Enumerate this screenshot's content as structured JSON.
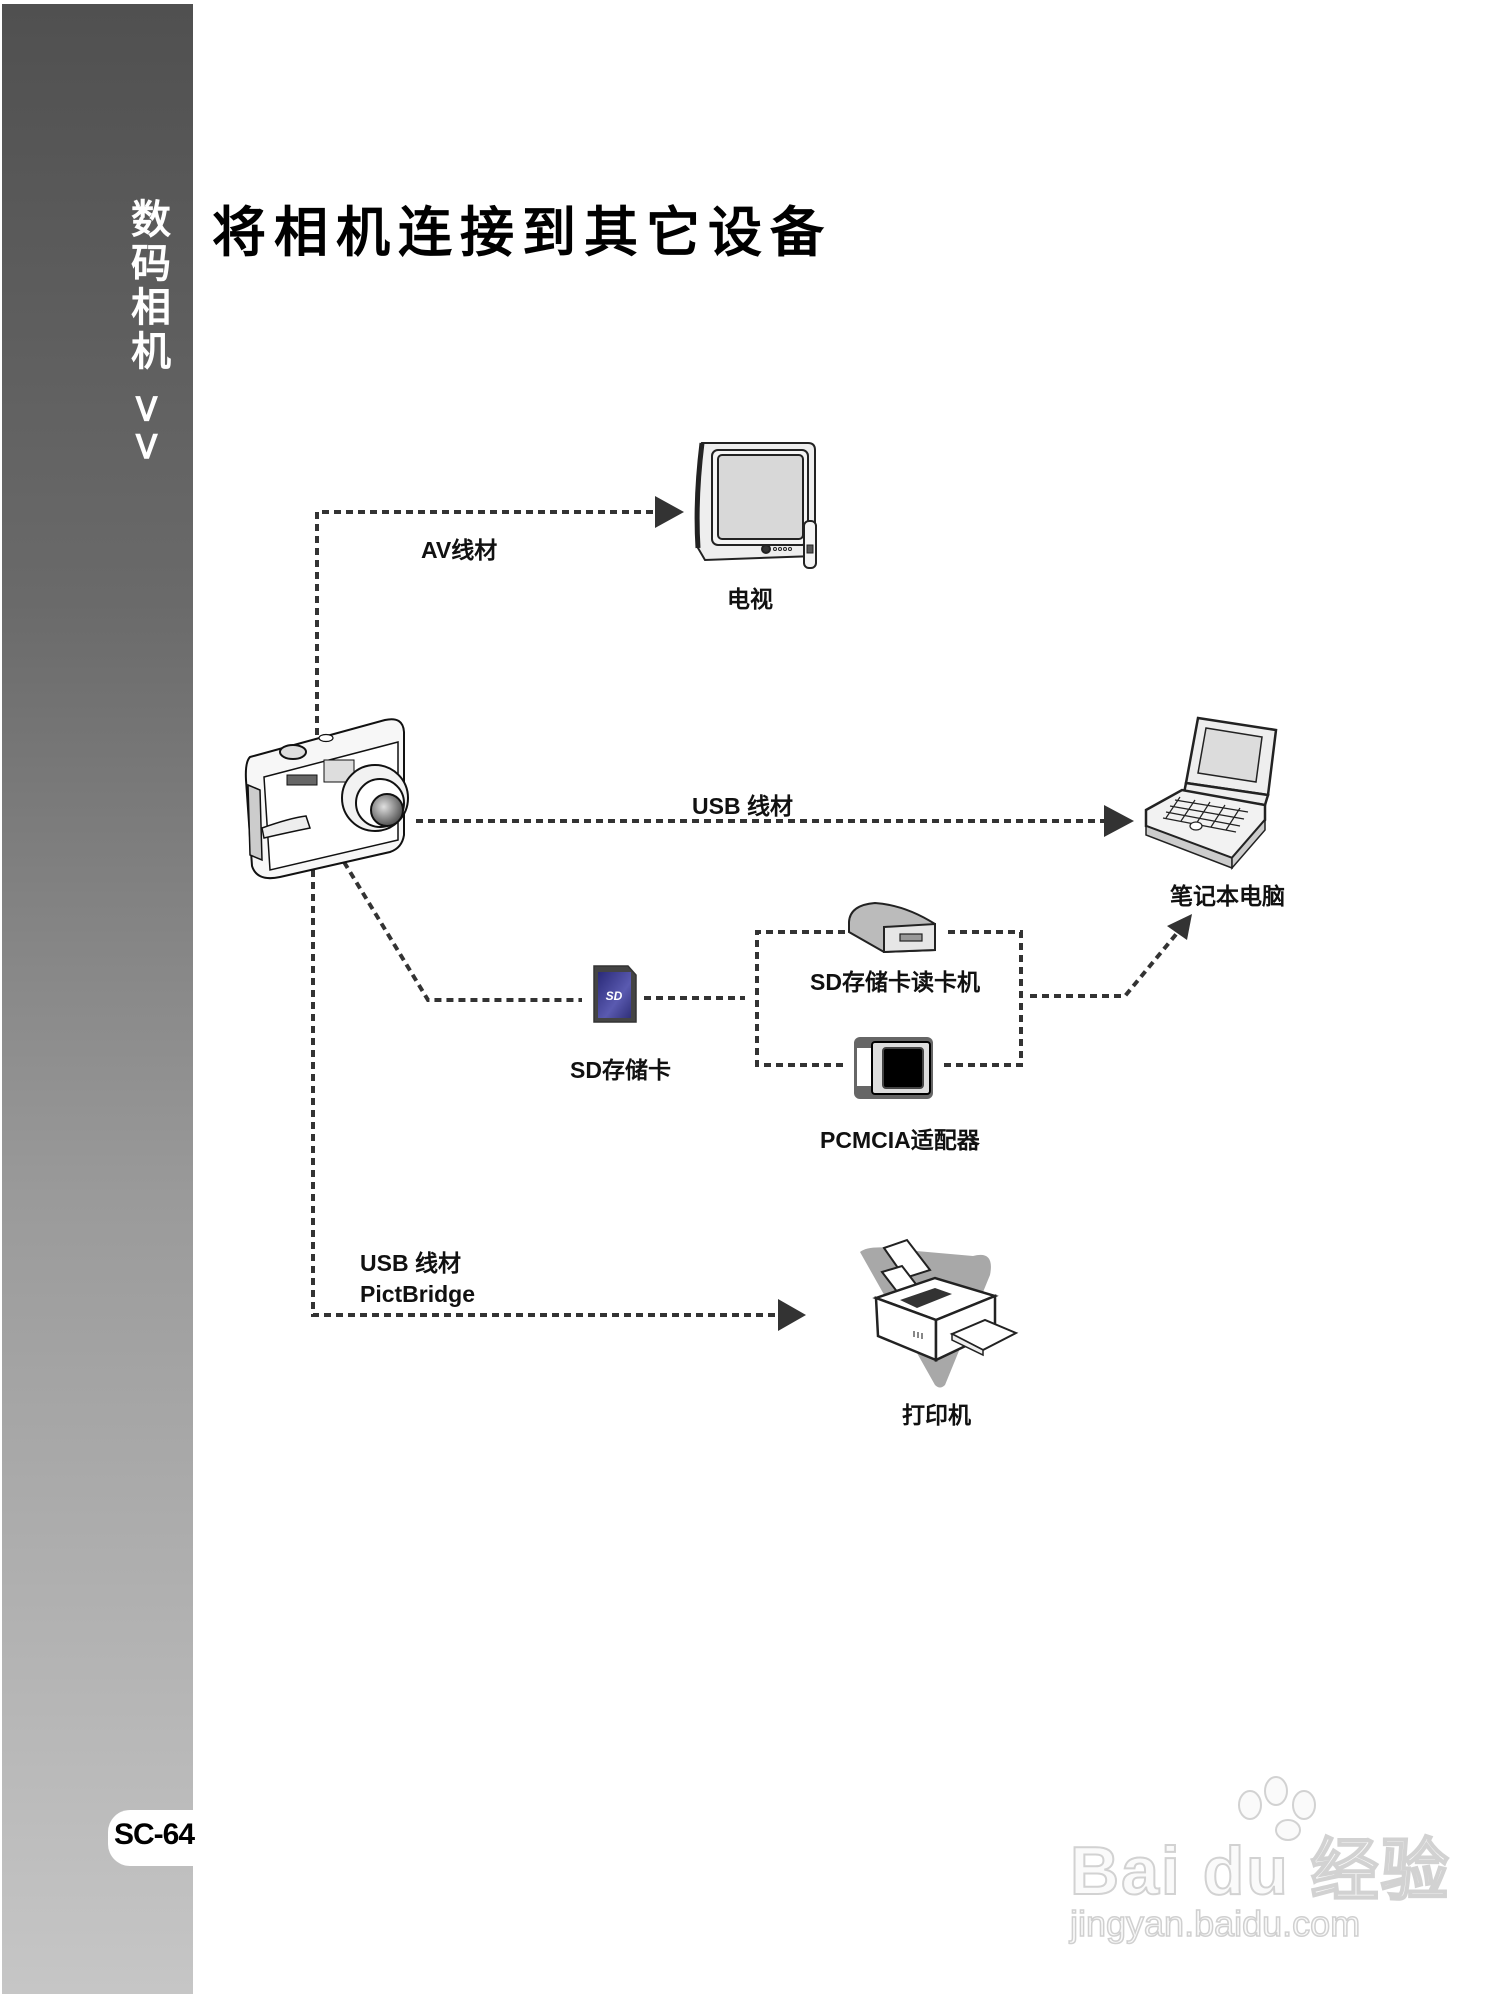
{
  "sidebar": {
    "section_label": "数码相机 >>",
    "page_number": "SC-64"
  },
  "page": {
    "title": "将相机连接到其它设备"
  },
  "diagram": {
    "source_device": {
      "name": "camera",
      "icon": "digital-camera-icon"
    },
    "connections": [
      {
        "id": "tv",
        "cable_label": "AV线材",
        "target_label": "电视",
        "target_icon": "tv-icon"
      },
      {
        "id": "laptop",
        "cable_label": "USB 线材",
        "target_label": "笔记本电脑",
        "target_icon": "laptop-icon"
      },
      {
        "id": "sd",
        "media_label": "SD存储卡",
        "media_icon": "sd-card-icon",
        "adapters": [
          {
            "label": "SD存储卡读卡机",
            "icon": "card-reader-icon"
          },
          {
            "label": "PCMCIA适配器",
            "icon": "pcmcia-adapter-icon"
          }
        ],
        "target_label": "笔记本电脑"
      },
      {
        "id": "printer",
        "cable_label_line1": "USB 线材",
        "cable_label_line2": "PictBridge",
        "target_label": "打印机",
        "target_icon": "printer-icon"
      }
    ],
    "sd_card_logo": "SD",
    "colors": {
      "line": "#333333",
      "arrow": "#333333",
      "sd_card": "#3a3a8c",
      "sidebar_top": "#505050",
      "sidebar_bottom": "#c6c6c6"
    }
  },
  "watermark": {
    "brand": "Bai du 经验",
    "url": "jingyan.baidu.com"
  }
}
